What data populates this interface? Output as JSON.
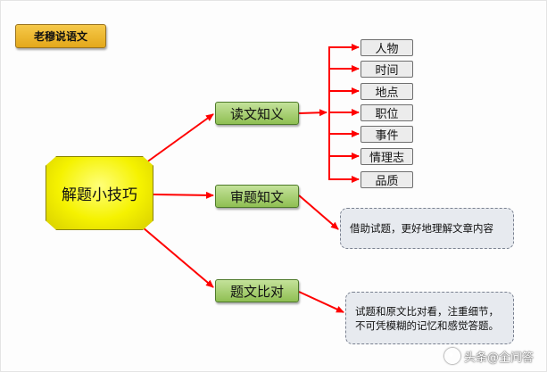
{
  "brand": "老穆说语文",
  "center": "解题小技巧",
  "branches": [
    {
      "label": "读文知义",
      "children": [
        "人物",
        "时间",
        "地点",
        "职位",
        "事件",
        "情理志",
        "品质"
      ]
    },
    {
      "label": "审题知文",
      "note": "借助试题，更好地理解文章内容"
    },
    {
      "label": "题文比对",
      "note_lines": [
        "试题和原文比对看，注重细节，",
        "不可凭模糊的记忆和感觉答题。"
      ]
    }
  ],
  "watermark": "头条@全问答",
  "colors": {
    "arrow": "#ff0000",
    "center": "#f5f200",
    "branch": "#9bc95f",
    "brand": "#f0b732"
  }
}
